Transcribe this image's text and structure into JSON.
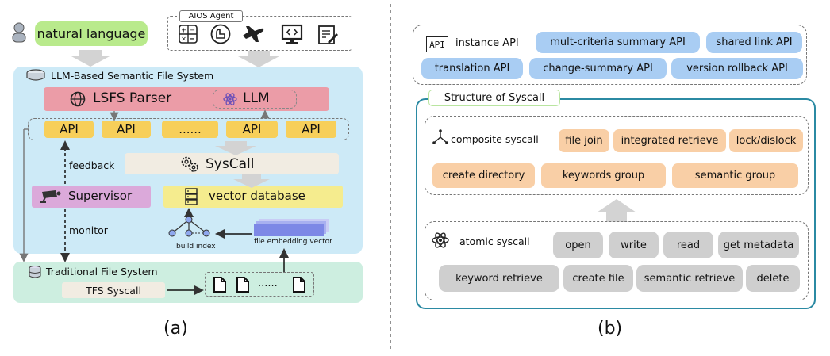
{
  "left": {
    "user_label": "natural language",
    "agent_title": "AIOS Agent",
    "lsfs_title": "LLM-Based Semantic File System",
    "parser_label": "LSFS Parser",
    "llm_label": "LLM",
    "api_labels": [
      "API",
      "API",
      "......",
      "API",
      "API"
    ],
    "feedback_label": "feedback",
    "syscall_label": "SysCall",
    "supervisor_label": "Supervisor",
    "vector_db_label": "vector database",
    "monitor_label": "monitor",
    "build_index_label": "build index",
    "embedding_label": "file embedding vector",
    "tfs_title": "Traditional File System",
    "tfs_syscall_label": "TFS Syscall",
    "files_dots": "......",
    "caption": "(a)"
  },
  "right": {
    "api_icon_text": "API",
    "instance_api_label": "instance API",
    "apis": [
      "mult-criteria summary API",
      "shared link API",
      "translation API",
      "change-summary API",
      "version rollback API"
    ],
    "structure_title": "Structure of Syscall",
    "composite_label": "composite syscall",
    "composite": [
      "file join",
      "integrated retrieve",
      "lock/dislock",
      "create directory",
      "keywords group",
      "semantic group"
    ],
    "atomic_label": "atomic syscall",
    "atomic": [
      "open",
      "write",
      "read",
      "get metadata",
      "keyword retrieve",
      "create file",
      "semantic retrieve",
      "delete"
    ],
    "caption": "(b)"
  },
  "colors": {
    "lsfs_bg": "#cdeaf7",
    "tfs_bg": "#cdeee0",
    "parser_bg": "#eb9ca7",
    "api_yellow": "#f7cf5a",
    "syscall_bg": "#f1ece2",
    "supervisor_bg": "#dba9da",
    "vector_db_bg": "#f5ec8e",
    "user_green": "#b9ea8c",
    "api_blue": "#a9cdf3",
    "syscall_orange": "#f9cfa6",
    "atomic_gray": "#cfcfcf",
    "structure_border": "#2b8aa3"
  }
}
